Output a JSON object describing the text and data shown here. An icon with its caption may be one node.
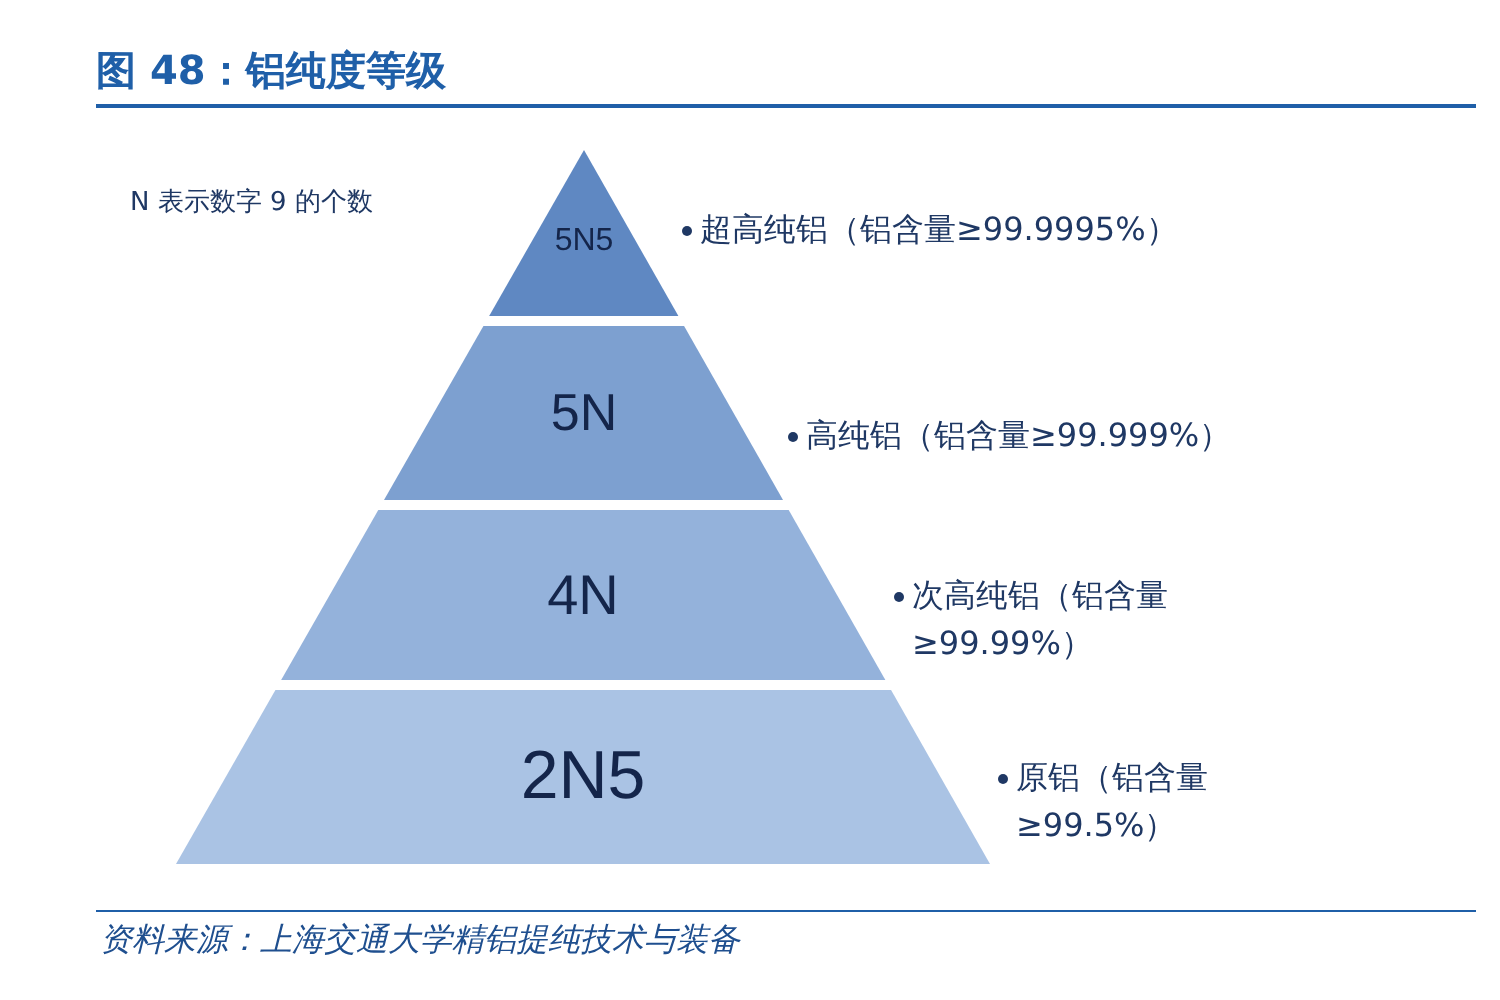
{
  "diagram": {
    "title": "图 48：铝纯度等级",
    "caption": "资料来源：上海交通大学精铝提纯技术与装备",
    "nodes": [
      {
        "text": [
          "5N5"
        ],
        "beside": [
          "超高纯铝（铝含量≥99.9995%）"
        ]
      },
      {
        "text": [
          "5N"
        ],
        "beside": [
          "高纯铝（铝含量≥99.999%）"
        ]
      },
      {
        "text": [
          "4N"
        ],
        "beside": [
          "次高纯铝（铝含量 ≥99.99%）"
        ]
      },
      {
        "text": [
          "2N5"
        ],
        "beside": [
          "原铝（铝含量 ≥99.5%）"
        ]
      }
    ],
    "labels": [
      "N 表示数字 9 的个数"
    ]
  }
}
